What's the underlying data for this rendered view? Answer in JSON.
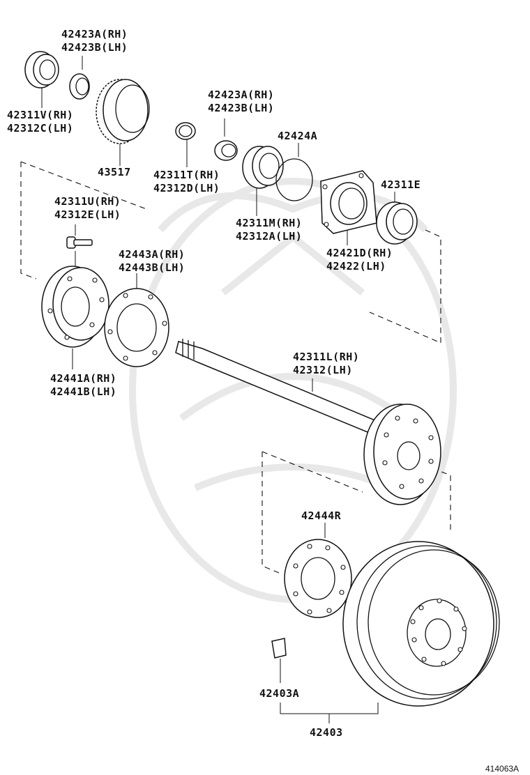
{
  "diagram": {
    "figure_code": "414063A",
    "labels": {
      "l_42423": [
        "42423A(RH)",
        "42423B(LH)"
      ],
      "l_42311v": [
        "42311V(RH)",
        "42312C(LH)"
      ],
      "l_43517": [
        "43517"
      ],
      "l_42423b": [
        "42423A(RH)",
        "42423B(LH)"
      ],
      "l_42424a": [
        "42424A"
      ],
      "l_42311t": [
        "42311T(RH)",
        "42312D(LH)"
      ],
      "l_42311u": [
        "42311U(RH)",
        "42312E(LH)"
      ],
      "l_42311m": [
        "42311M(RH)",
        "42312A(LH)"
      ],
      "l_42311e": [
        "42311E"
      ],
      "l_42421d": [
        "42421D(RH)",
        "42422(LH)"
      ],
      "l_42443a": [
        "42443A(RH)",
        "42443B(LH)"
      ],
      "l_42441a": [
        "42441A(RH)",
        "42441B(LH)"
      ],
      "l_42311l": [
        "42311L(RH)",
        "42312(LH)"
      ],
      "l_42444r": [
        "42444R"
      ],
      "l_42403a": [
        "42403A"
      ],
      "l_42403": [
        "42403"
      ]
    }
  }
}
